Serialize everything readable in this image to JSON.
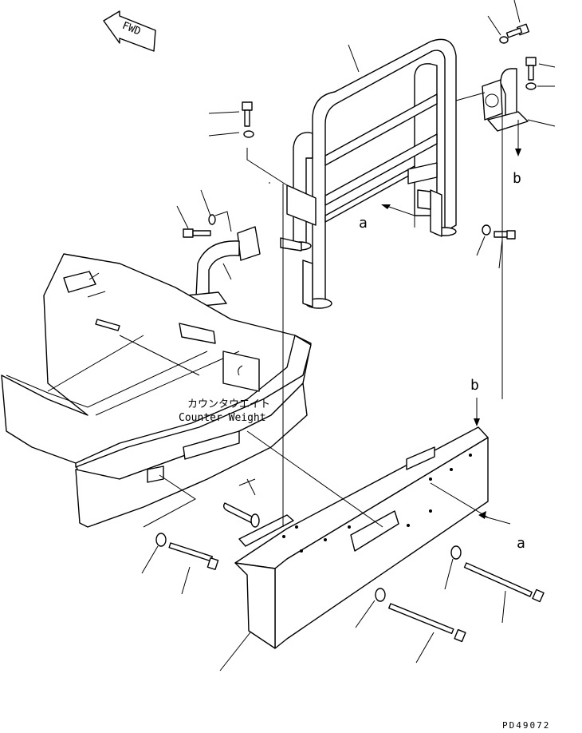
{
  "fwd_label": "FWD",
  "labels": {
    "a_upper": "a",
    "b_upper": "b",
    "a_lower": "a",
    "b_lower": "b"
  },
  "counterweight": {
    "jp": "カウンタウエイト",
    "en": "Counter Weight"
  },
  "drawing_number": "PD49072"
}
